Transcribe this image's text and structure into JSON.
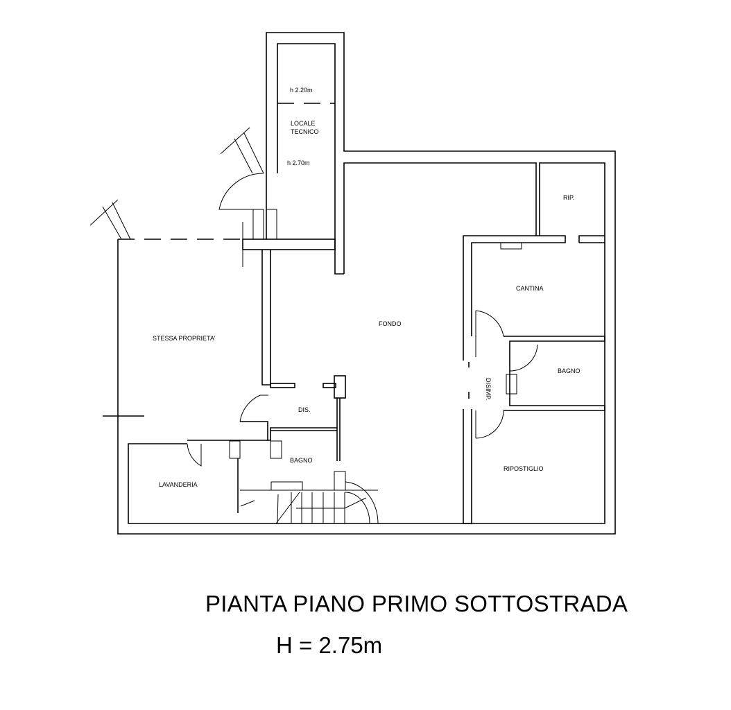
{
  "plan": {
    "rooms": {
      "height_upper": "h 2.20m",
      "locale_tecnico_1": "LOCALE",
      "locale_tecnico_2": "TECNICO",
      "height_lower": "h 2.70m",
      "rip": "RIP.",
      "cantina": "CANTINA",
      "fondo": "FONDO",
      "stessa_proprieta": "STESSA PROPRIETA'",
      "dis": "DIS.",
      "bagno_left": "BAGNO",
      "disimp": "DISIMP.",
      "bagno_right": "BAGNO",
      "lavanderia": "LAVANDERIA",
      "ripostiglio": "RIPOSTIGLIO"
    }
  },
  "caption": {
    "title": "PIANTA PIANO PRIMO SOTTOSTRADA",
    "height": "H = 2.75m"
  }
}
